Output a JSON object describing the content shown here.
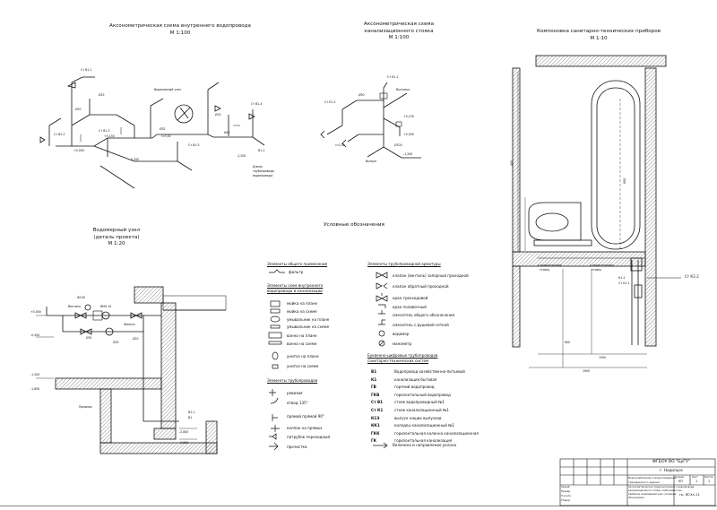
{
  "titles": {
    "water_axon": "Аксонометрическая схема внутреннего водопровода",
    "water_axon_scale": "М 1:100",
    "sewer_axon_1": "Аксонометрическая схема",
    "sewer_axon_2": "канализационного стояка",
    "sewer_axon_scale": "М 1:100",
    "fixtures": "Компоновка санитарно-технических приборов",
    "fixtures_scale": "М 1:10",
    "meter_1": "Водомерный узел",
    "meter_2": "(деталь проекта)",
    "meter_scale": "М 1:20",
    "legend": "Условные обозначения"
  },
  "legend_general": {
    "header": "Элементы общего применения",
    "items": [
      "фильтр"
    ]
  },
  "legend_schemes": {
    "header_1": "Элементы схем внутреннего",
    "header_2": "водопровода и канализации",
    "items": [
      "мойка на плане",
      "мойка на схеме",
      "умывальник на плане",
      "умывальник на схеме",
      "ванна на плане",
      "ванна на схеме",
      "унитаз на плане",
      "унитаз на схеме"
    ]
  },
  "legend_pipes": {
    "header": "Элементы трубопроводов",
    "items": [
      "ревизия",
      "отвод 135°",
      "прямой прямой 90°",
      "колпак на прямых",
      "патрубок переходный",
      "прочистка"
    ]
  },
  "legend_fittings": {
    "header": "Элементы трубопроводной арматуры",
    "items": [
      "клапан (вентиль) запорный проходной",
      "клапан обратный проходной",
      "кран трехходовой",
      "кран поливочный",
      "смеситель общего обозначения",
      "смеситель с душевой сеткой",
      "водомер",
      "манометр"
    ]
  },
  "legend_codes": {
    "header_1": "Буквенно-цифровые трубопроводов",
    "header_2": "санитарно-технических систем",
    "items": [
      {
        "code": "В1",
        "label": "Водопровод хозяйственно-питьевой"
      },
      {
        "code": "К1",
        "label": "канализация бытовая"
      },
      {
        "code": "ГВ",
        "label": "горячий водопровод"
      },
      {
        "code": "ГКВ",
        "label": "горизонтальный водопровод"
      },
      {
        "code": "Ст В1",
        "label": "стояк водопроводный №1"
      },
      {
        "code": "Ст К1",
        "label": "стояк канализационный №1"
      },
      {
        "code": "К1Э",
        "label": "выпуск наших выпусков"
      },
      {
        "code": "КК1",
        "label": "колодец канализационный №1"
      },
      {
        "code": "ГКК",
        "label": "горизонтальная колонна канализационная"
      },
      {
        "code": "ГК",
        "label": "горизонтальная канализация"
      }
    ],
    "footer": "Величина и направление уклона"
  },
  "water_labels": {
    "riser_b1_1": "Ст В1-1",
    "riser_b1_2": "Ст В1-2",
    "riser_b1_4": "Ст В1-4",
    "riser_b1_5": "Ст В1-5",
    "riser_b1_3": "Ст В1-3",
    "unit": "Водомерный узел",
    "inlet": "В1-1",
    "d25": "Ø25",
    "d20": "Ø20",
    "d32": "Ø32",
    "d40": "Ø40",
    "d15": "Ø15",
    "lvl_1": "+3,150",
    "lvl_2": "+0,000",
    "lvl_3": "-0,450",
    "lvl_4": "-1,200",
    "slope": "i=0,02",
    "note_1": "Длина",
    "note_2": "трубопровода",
    "note_3": "водопровода"
  },
  "sewer_labels": {
    "k1_1": "Ст К1-1",
    "k1_2": "Ст К1-2",
    "vent": "Вытяжка",
    "d100": "Ø100",
    "d50": "Ø50",
    "lvl_1": "+3,150",
    "lvl_2": "+0,000",
    "lvl_3": "-1,200",
    "outlet": "Выпуск",
    "note": "i=0,02"
  },
  "meter_labels": {
    "wall": "Ф100",
    "lvl_1": "+0,000",
    "lvl_2": "-0,450",
    "lvl_3": "-1,200",
    "lvl_4": "-1,850",
    "valve": "Вентиль",
    "meter": "ВМХ-15",
    "filter": "Фильтр",
    "d32": "Ø32",
    "d25": "Ø25",
    "d20": "Ø20",
    "inlet": "Приямок",
    "bottom": "В1-1",
    "b1": "В1",
    "lvl_5": "-2,800",
    "lvl_6": "-3,950"
  },
  "fixture_labels": {
    "riser": "Ст К1-2",
    "tag_1": "К1-2",
    "tag_2": "Ст К1-1",
    "dim_1": "1900",
    "dim_2": "1500",
    "dim_3": "600",
    "dim_4": "400",
    "dim_5": "800",
    "note_1": "к водосточному",
    "note_2": "стояку",
    "note_3": "к водосточному",
    "note_4": "стояку"
  },
  "stamp": {
    "org": "ФГБОУ ВО \"БрГУ\"",
    "city": "г. Норильск",
    "title_1": "Водоснабжение и водоотведение",
    "title_2": "гражданского здания",
    "stage_h": "Стадия",
    "sheet_h": "Лист",
    "sheets_h": "Листов",
    "stage": "КП",
    "sheet": "1",
    "sheets": "1",
    "note_1": "Аксонометрическая схема внутреннего водопровода,",
    "note_2": "канализационного стояка, компоновка сан.",
    "note_3": "приборов, водомерный узел, условные",
    "note_4": "обозначения",
    "group": "гр. ВСХз-11",
    "r1": "Разраб.",
    "r2": "Провер.",
    "r3": "Н.контр.",
    "r4": "Утверд."
  },
  "colors": {
    "ink": "#111111",
    "hatch": "#444444",
    "paper": "#ffffff"
  }
}
